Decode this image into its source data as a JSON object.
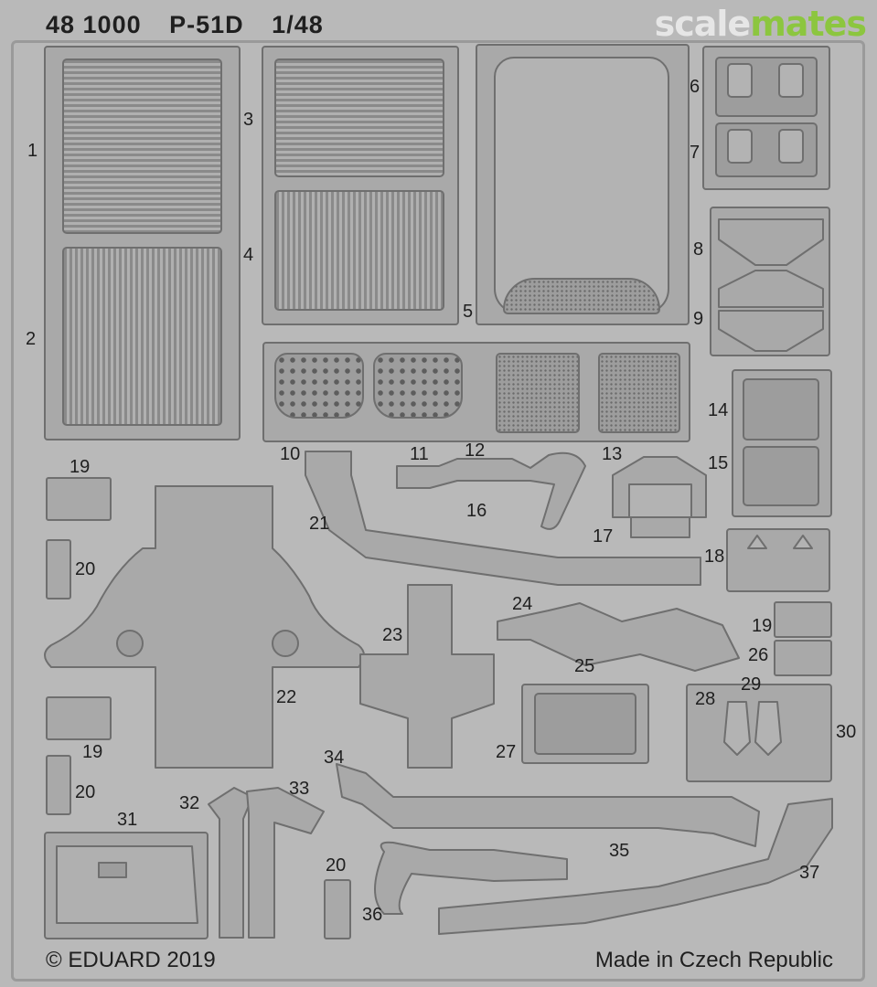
{
  "header": {
    "product_code": "48 1000",
    "model": "P-51D",
    "scale": "1/48"
  },
  "watermark": {
    "part1": "scale",
    "part2": "mates"
  },
  "footer": {
    "copyright": "© EDUARD 2019",
    "origin": "Made in Czech Republic"
  },
  "part_numbers": [
    "1",
    "2",
    "3",
    "4",
    "5",
    "6",
    "7",
    "8",
    "9",
    "10",
    "11",
    "12",
    "13",
    "14",
    "15",
    "16",
    "17",
    "18",
    "19",
    "20",
    "21",
    "22",
    "23",
    "24",
    "25",
    "26",
    "27",
    "28",
    "29",
    "30",
    "31",
    "32",
    "33",
    "34",
    "35",
    "36",
    "37"
  ],
  "repeat_labels": {
    "n19b": "19",
    "n19c": "19",
    "n20b": "20",
    "n20c": "20"
  },
  "colors": {
    "fret": "#b9b9b9",
    "part": "#a9a9a9",
    "outline": "#6f6f6f",
    "watermark_accent": "#8cc63f"
  }
}
